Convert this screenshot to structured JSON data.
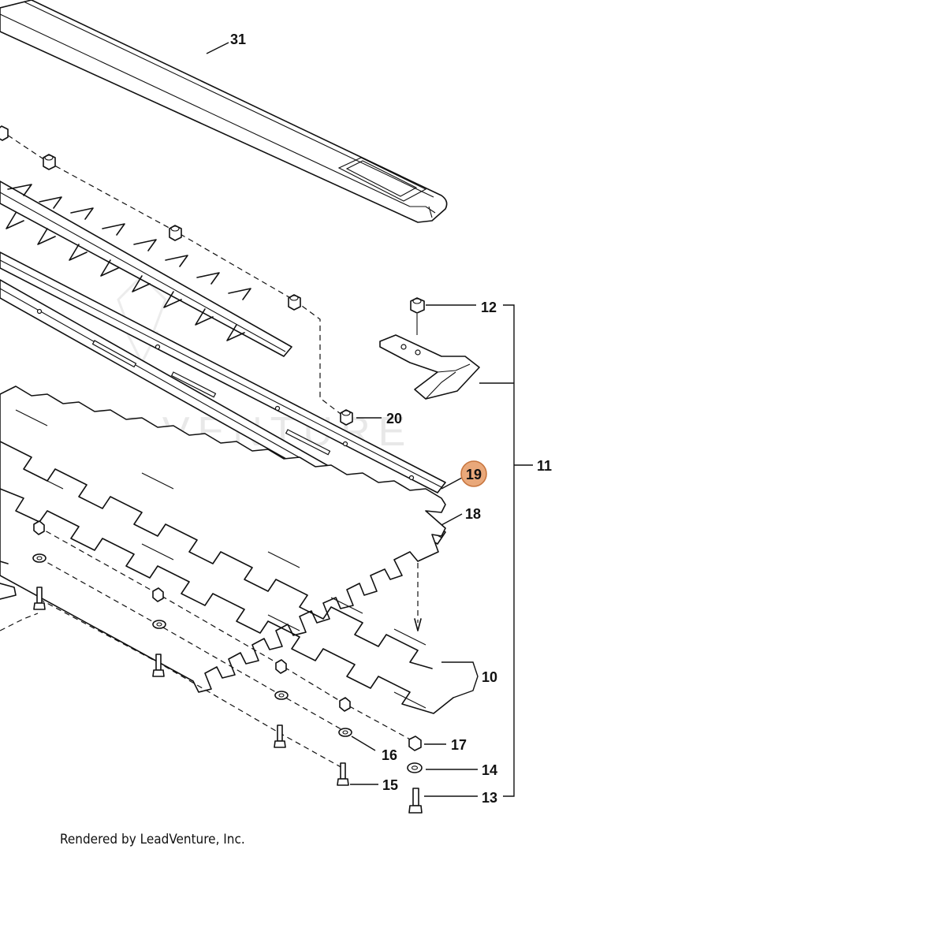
{
  "callouts": {
    "c31": "31",
    "c12": "12",
    "c20": "20",
    "c11": "11",
    "c19": "19",
    "c18": "18",
    "c10": "10",
    "c17": "17",
    "c16": "16",
    "c14": "14",
    "c15": "15",
    "c13": "13"
  },
  "highlighted_part": "19",
  "watermark": "LEADVENTURE",
  "credit": "Rendered by LeadVenture, Inc.",
  "colors": {
    "highlight_fill": "#e9a87a",
    "line": "#111111",
    "watermark": "#e8e8e8"
  }
}
